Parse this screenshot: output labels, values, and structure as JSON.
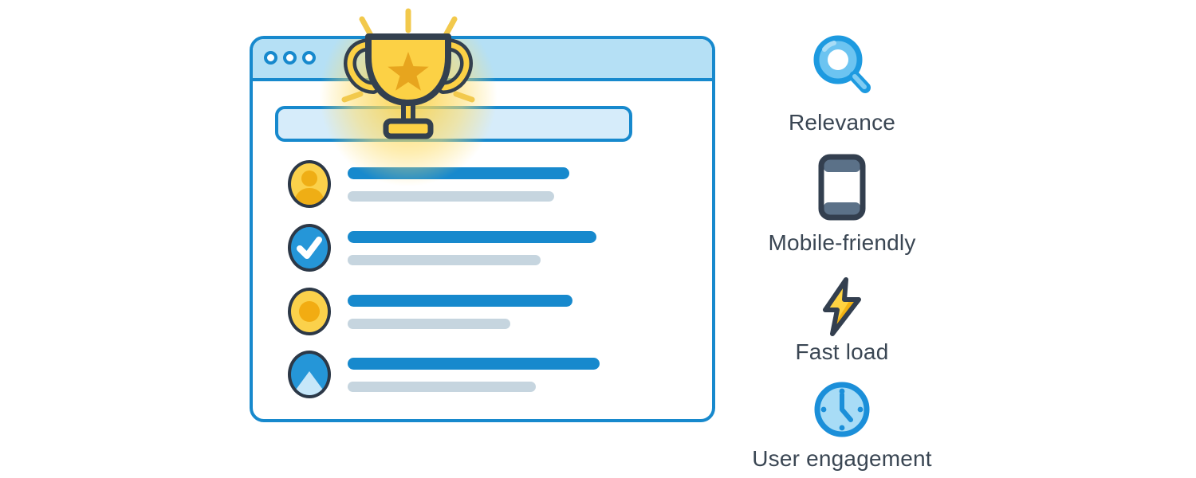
{
  "illustration": {
    "browser_window": {
      "window_controls": {
        "dot_count": 3
      },
      "search_bar": {
        "value": "",
        "placeholder": ""
      },
      "trophy": {
        "icon": "trophy-star-icon",
        "glow": true
      },
      "results": [
        {
          "avatar_icon": "person-avatar-icon",
          "title_bar": true,
          "subtitle_bar": true
        },
        {
          "avatar_icon": "checkmark-badge-icon",
          "title_bar": true,
          "subtitle_bar": true
        },
        {
          "avatar_icon": "coin-avatar-icon",
          "title_bar": true,
          "subtitle_bar": true
        },
        {
          "avatar_icon": "image-thumbnail-icon",
          "title_bar": true,
          "subtitle_bar": true
        }
      ]
    },
    "factors": [
      {
        "icon": "magnifying-glass-icon",
        "label": "Relevance"
      },
      {
        "icon": "smartphone-icon",
        "label": "Mobile-friendly"
      },
      {
        "icon": "lightning-bolt-icon",
        "label": "Fast load"
      },
      {
        "icon": "clock-icon",
        "label": "User engagement"
      }
    ]
  },
  "colors": {
    "accent_blue": "#1789cd",
    "header_blue": "#b5e0f5",
    "search_fill": "#d6ecfa",
    "muted_bar": "#c6d5df",
    "outline_navy": "#33404f",
    "trophy_yellow": "#fcd145",
    "gold": "#eaa71e",
    "label_text": "#3a4653"
  }
}
